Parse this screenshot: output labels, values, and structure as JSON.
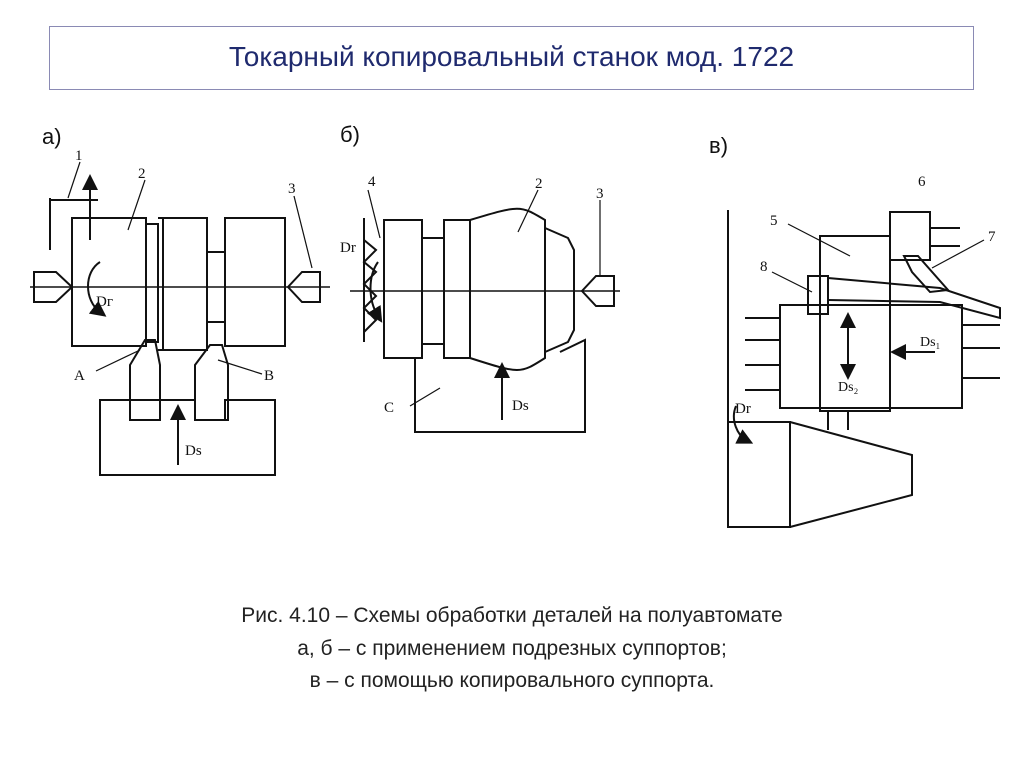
{
  "title": "Токарный копировальный станок мод. 1722",
  "sublabels": {
    "a": "а)",
    "b": "б)",
    "v": "в)"
  },
  "diagram_a": {
    "num_1": "1",
    "num_2": "2",
    "num_3": "3",
    "letter_A": "A",
    "letter_B": "B",
    "motion_main": "Dг",
    "motion_feed": "Ds"
  },
  "diagram_b": {
    "num_4": "4",
    "num_2": "2",
    "num_3": "3",
    "letter_C": "C",
    "motion_main": "Dr",
    "motion_feed": "Ds"
  },
  "diagram_v": {
    "num_5": "5",
    "num_6": "6",
    "num_7": "7",
    "num_8": "8",
    "motion_s1": "Ds₁",
    "motion_s2": "Ds₂",
    "motion_main": "Dr"
  },
  "caption": {
    "line1": "Рис. 4.10 – Схемы обработки деталей на полуавтомате",
    "line2": "а, б – с применением подрезных суппортов;",
    "line3": "в – с помощью копировального суппорта."
  }
}
